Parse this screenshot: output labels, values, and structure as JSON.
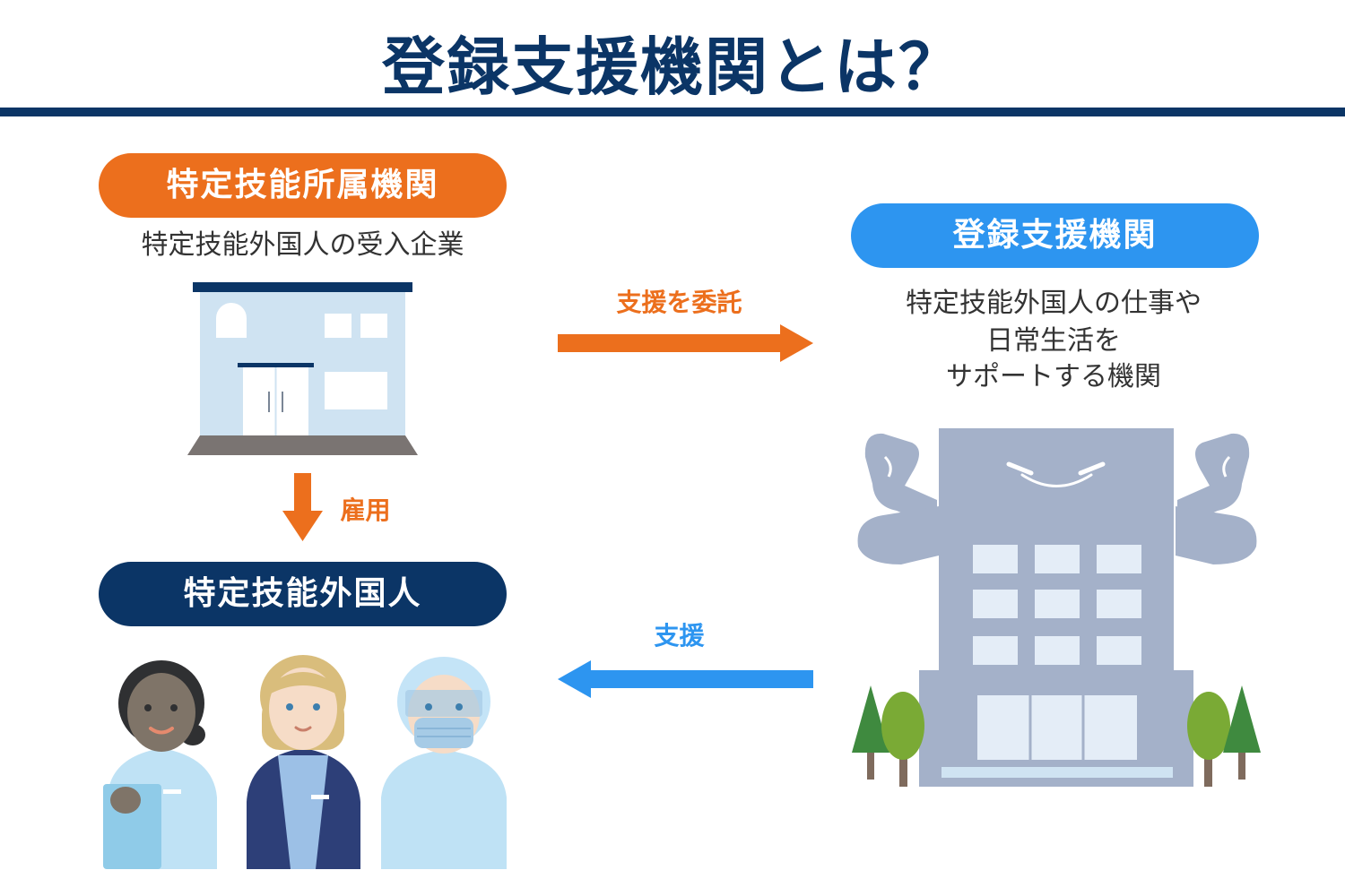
{
  "title": "登録支援機関とは？",
  "colors": {
    "navy": "#0b3566",
    "orange": "#ec6f1d",
    "blue": "#2d95f0",
    "building_light": "#cfe3f2",
    "building_gray": "#a4b1c9"
  },
  "employer": {
    "label": "特定技能所属機関",
    "description": "特定技能外国人の受入企業"
  },
  "support_org": {
    "label": "登録支援機関",
    "description_lines": [
      "特定技能外国人の仕事や",
      "日常生活を",
      "サポートする機関"
    ]
  },
  "worker": {
    "label": "特定技能外国人"
  },
  "arrows": {
    "delegate": "支援を委託",
    "employ": "雇用",
    "support": "支援"
  }
}
